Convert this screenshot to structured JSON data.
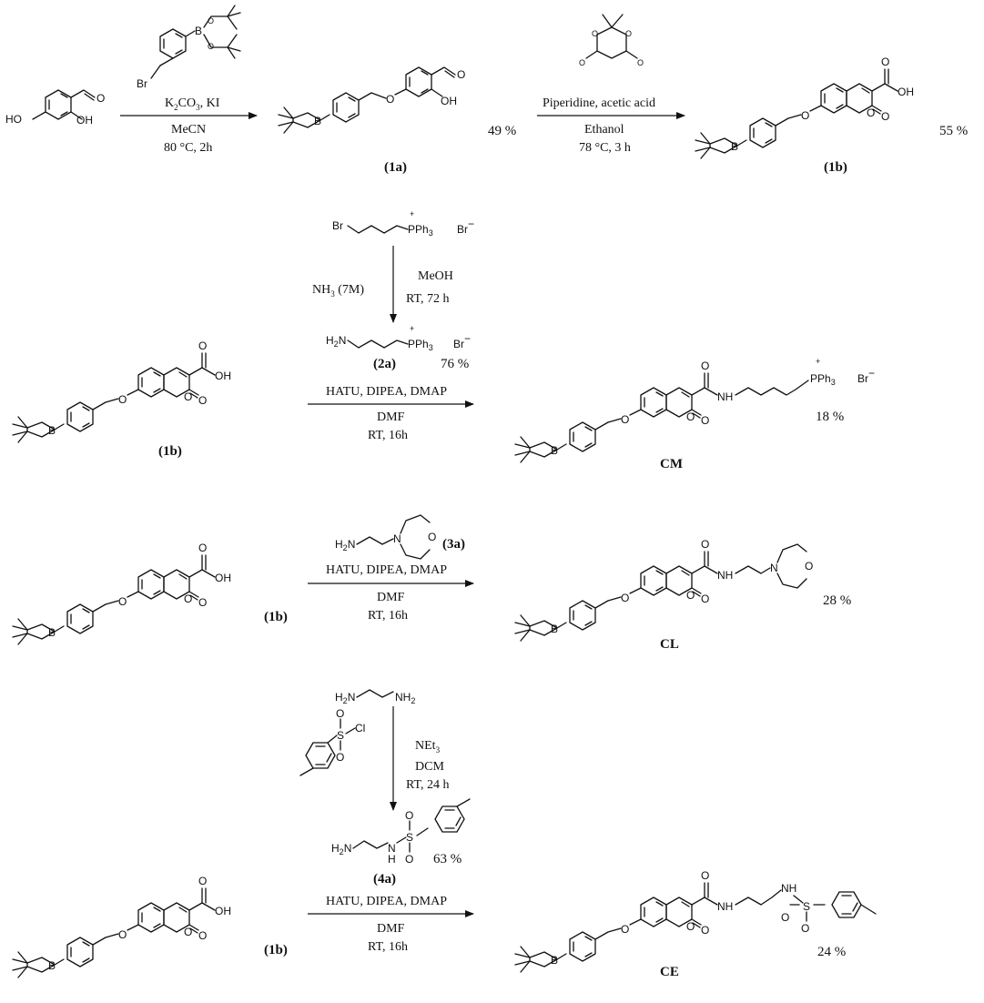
{
  "compounds": {
    "c1a": "(1a)",
    "c1b": "(1b)",
    "c2a": "(2a)",
    "c3a": "(3a)",
    "c4a": "(4a)",
    "cm": "CM",
    "cl": "CL",
    "ce": "CE"
  },
  "yields": {
    "y1a": "49 %",
    "y1b": "55 %",
    "y2a": "76 %",
    "ycm": "18 %",
    "ycl": "28 %",
    "y4a": "63 %",
    "yce": "24 %"
  },
  "conditions": {
    "step1": {
      "reagent": "K",
      "reagent_sub": "2",
      "reagent_rest": "CO",
      "reagent_sub2": "3",
      "reagent_tail": ", KI",
      "solvent": "MeCN",
      "temp_time": "80 °C, 2h"
    },
    "step2": {
      "reagent": "Piperidine, acetic acid",
      "solvent": "Ethanol",
      "temp_time": "78 °C, 3 h"
    },
    "step3": {
      "left": "NH",
      "left_sub": "3",
      "left_tail": " (7M)",
      "solvent": "MeOH",
      "temp_time": "RT, 72 h"
    },
    "coupling": {
      "reagent": "HATU, DIPEA, DMAP",
      "solvent": "DMF",
      "temp_time": "RT, 16h"
    },
    "step4": {
      "base": "NEt",
      "base_sub": "3",
      "solvent": "DCM",
      "temp_time": "RT, 24 h"
    }
  },
  "atoms": {
    "o": "O",
    "oh": "OH",
    "ho": "HO",
    "br": "Br",
    "b": "B",
    "n": "N",
    "nh": "NH",
    "h2n": "H",
    "h2n_sub": "2",
    "h2n_n": "N",
    "nh2": "NH",
    "nh2_sub": "2",
    "s": "S",
    "cl": "Cl",
    "h": "H",
    "pph3": "PPh",
    "pph3_sub": "3",
    "plus": "+",
    "brminus": "Br",
    "minus": "−"
  }
}
